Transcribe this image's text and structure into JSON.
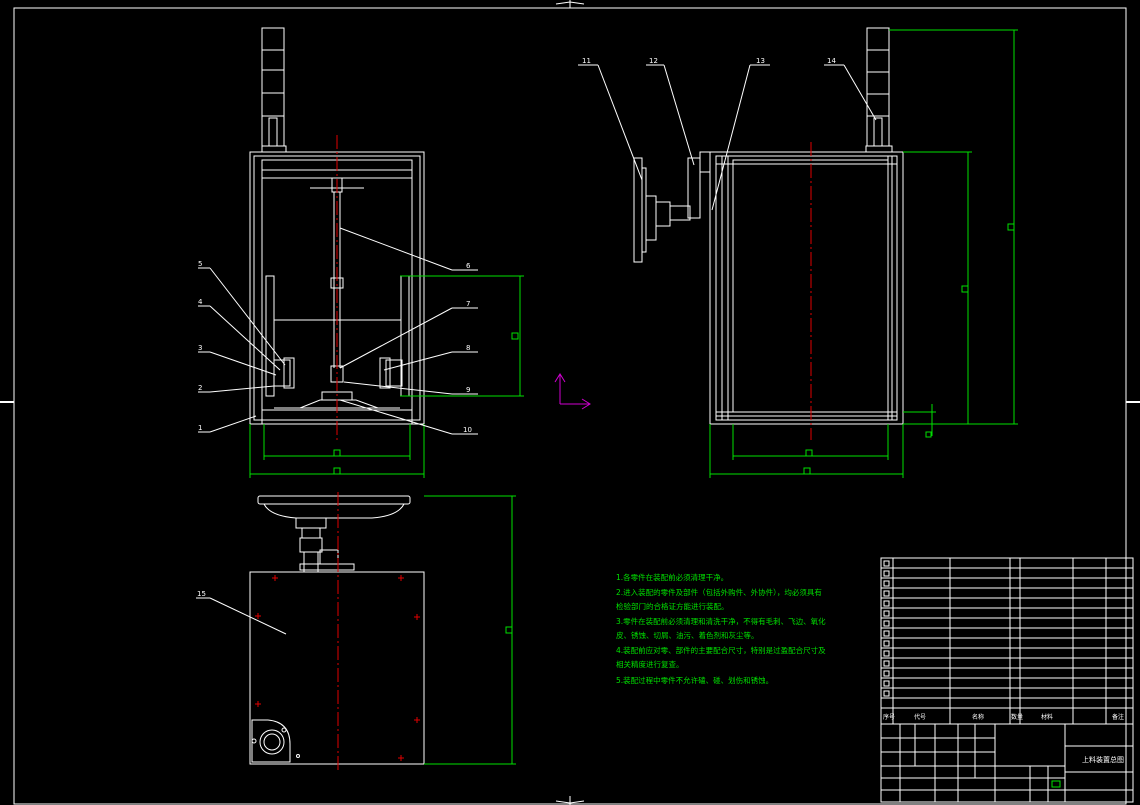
{
  "balloons": [
    "1",
    "2",
    "3",
    "4",
    "5",
    "6",
    "7",
    "8",
    "9",
    "10",
    "11",
    "12",
    "13",
    "14",
    "15"
  ],
  "notes": [
    "1.各零件在装配前必须清理干净。",
    "2.进入装配的零件及部件（包括外购件、外协件），均必须具有",
    "检验部门的合格证方能进行装配。",
    "3.零件在装配前必须清理和清洗干净，不得有毛刺、飞边、氧化",
    "皮、锈蚀、切屑、油污、着色剂和灰尘等。",
    "4.装配前应对零、部件的主要配合尺寸，特别是过盈配合尺寸及",
    "相关精度进行复查。",
    "5.装配过程中零件不允许磕、碰、划伤和锈蚀。"
  ],
  "titleblock": {
    "title": "上料装置总图",
    "header": {
      "index": "序号",
      "code": "代号",
      "name": "名称",
      "qty": "数量",
      "material": "材料",
      "remark": "备注"
    }
  }
}
